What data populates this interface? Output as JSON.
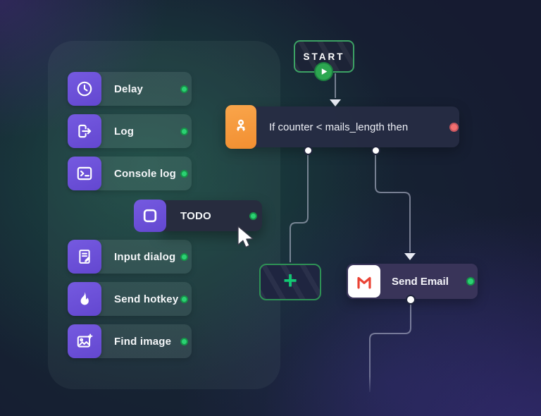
{
  "palette": {
    "items": [
      {
        "label": "Delay",
        "icon": "clock-icon"
      },
      {
        "label": "Log",
        "icon": "logout-icon"
      },
      {
        "label": "Console log",
        "icon": "terminal-icon"
      },
      {
        "label": "Input dialog",
        "icon": "note-pencil-icon"
      },
      {
        "label": "Send hotkey",
        "icon": "flame-icon"
      },
      {
        "label": "Find image",
        "icon": "image-plus-icon"
      }
    ]
  },
  "drag_block": {
    "label": "TODO",
    "icon": "square-icon"
  },
  "canvas": {
    "start_node": {
      "label": "START"
    },
    "condition_node": {
      "label": "If counter < mails_length then"
    },
    "add_node": {
      "label": "+"
    },
    "email_node": {
      "label": "Send Email"
    }
  },
  "colors": {
    "block_purple": "#6b4fd9",
    "condition_orange": "#f59a3e",
    "connector_green": "#2bd173",
    "error_red": "#f37070",
    "node_border_green": "#3ca264",
    "gmail_red": "#ea4335",
    "background_navy": "#161b31",
    "background_teal": "#1d4a3c"
  }
}
